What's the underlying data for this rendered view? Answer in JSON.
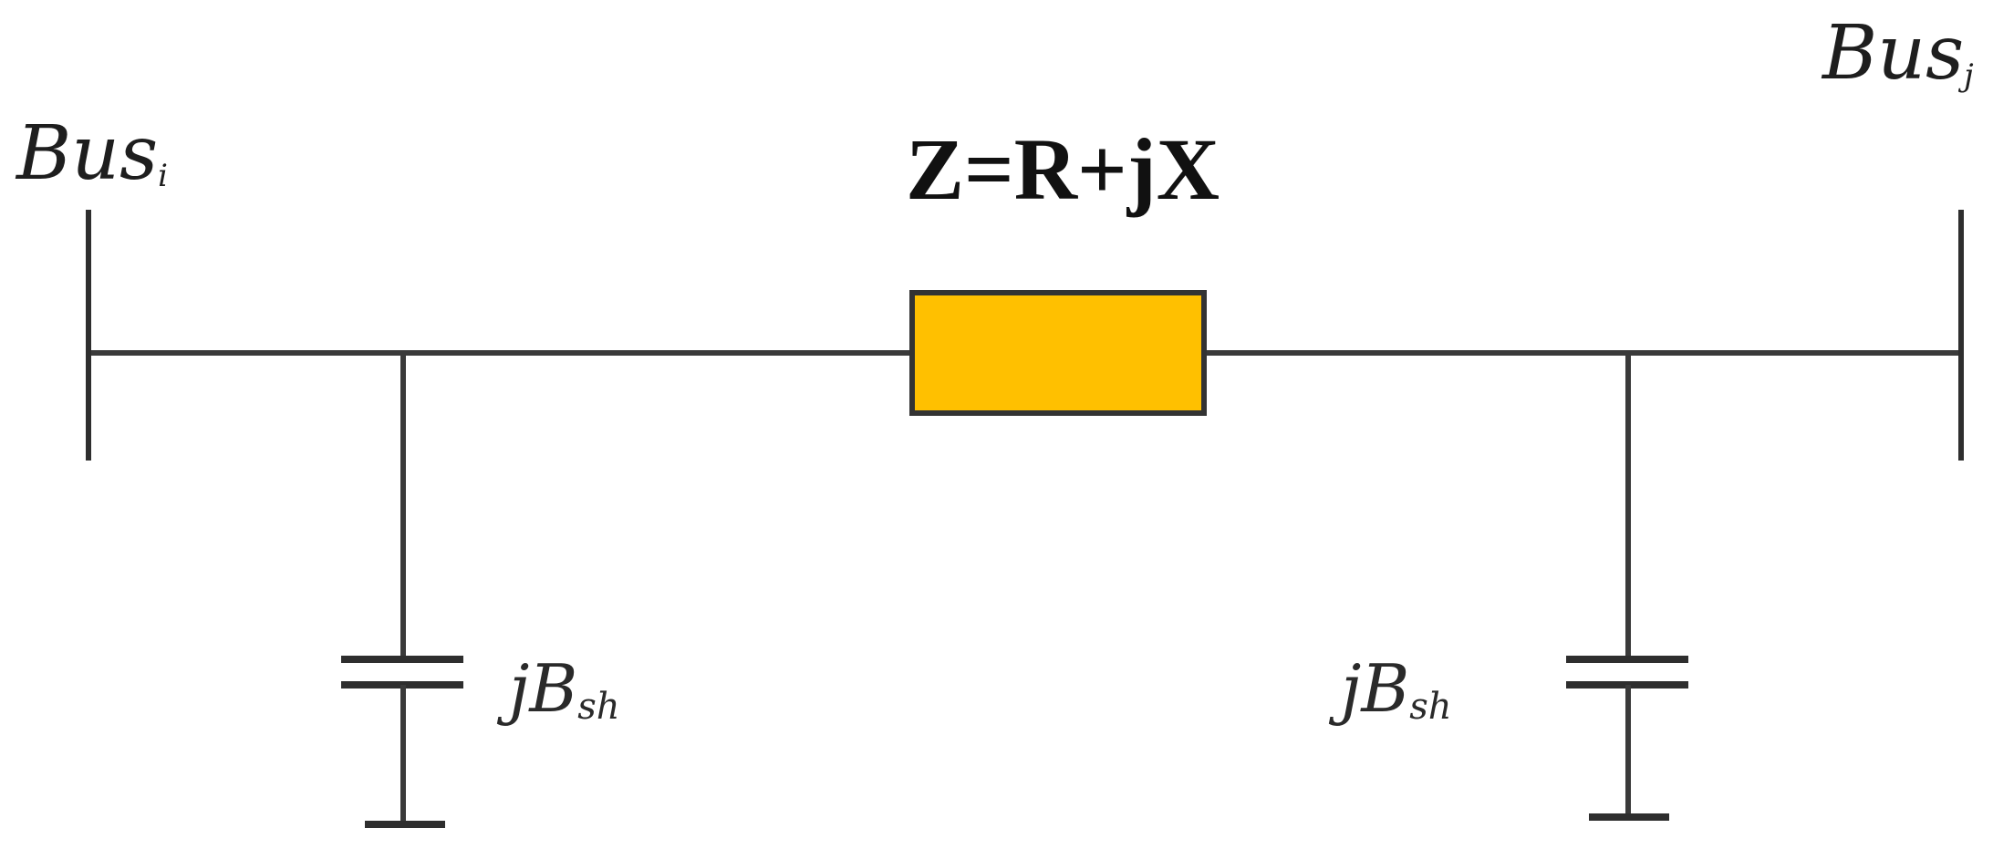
{
  "impedance": {
    "label": "Z=R+jX",
    "fill_color": "#FFC000",
    "stroke_color": "#333333"
  },
  "buses": {
    "left": {
      "base": "Bus",
      "sub": "i"
    },
    "right": {
      "base": "Bus",
      "sub": "j"
    }
  },
  "shunts": {
    "left": {
      "base": "jB",
      "sub": "sh"
    },
    "right": {
      "base": "jB",
      "sub": "sh"
    }
  }
}
